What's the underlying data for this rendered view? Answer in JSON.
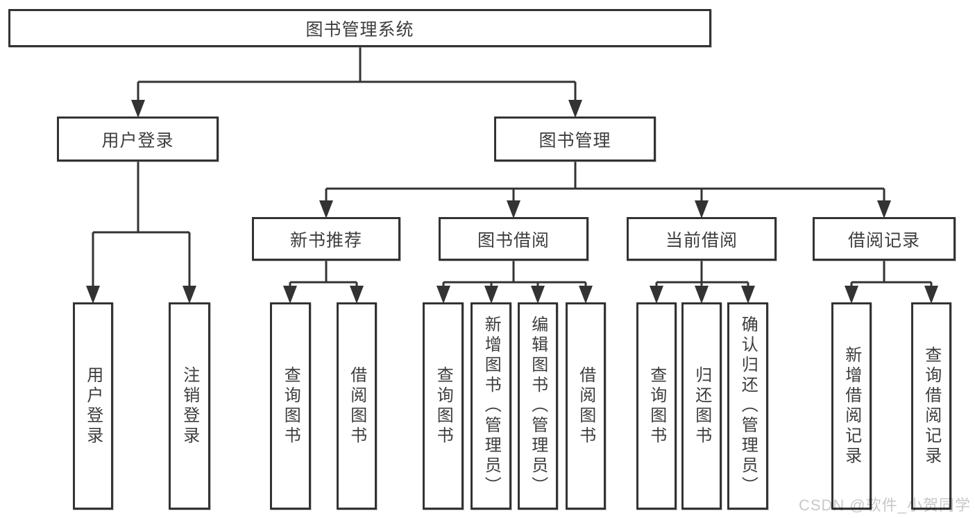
{
  "watermark": "CSDN @软件_小贺同学",
  "colors": {
    "line": "#333333",
    "box_border": "#333333",
    "text": "#3d3d3d",
    "watermark": "#c8c8c8",
    "background": "#ffffff"
  },
  "tree": {
    "label": "图书管理系统",
    "children": [
      {
        "label": "用户登录",
        "children": [
          {
            "label": "用户登录"
          },
          {
            "label": "注销登录"
          }
        ]
      },
      {
        "label": "图书管理",
        "children": [
          {
            "label": "新书推荐",
            "children": [
              {
                "label": "查询图书"
              },
              {
                "label": "借阅图书"
              }
            ]
          },
          {
            "label": "图书借阅",
            "children": [
              {
                "label": "查询图书"
              },
              {
                "label": "新增图书（管理员）"
              },
              {
                "label": "编辑图书（管理员）"
              },
              {
                "label": "借阅图书"
              }
            ]
          },
          {
            "label": "当前借阅",
            "children": [
              {
                "label": "查询图书"
              },
              {
                "label": "归还图书"
              },
              {
                "label": "确认归还（管理员）"
              }
            ]
          },
          {
            "label": "借阅记录",
            "children": [
              {
                "label": "新增借阅记录"
              },
              {
                "label": "查询借阅记录"
              }
            ]
          }
        ]
      }
    ]
  }
}
